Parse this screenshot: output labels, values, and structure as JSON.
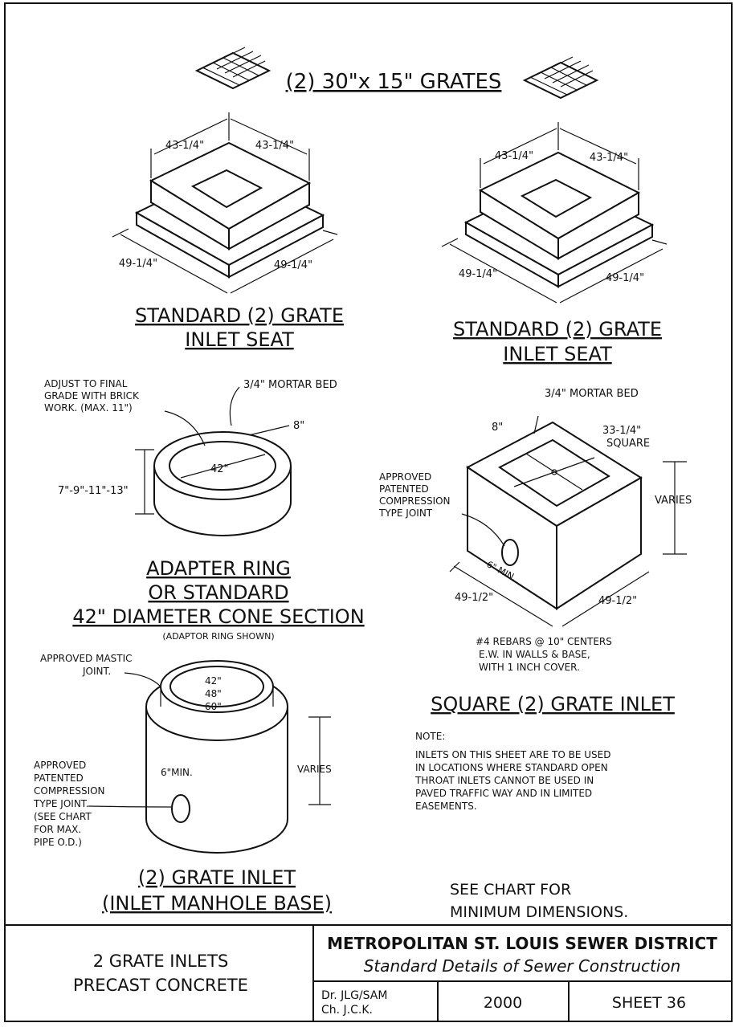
{
  "top": {
    "label": "(2) 30\"x 15\" GRATES"
  },
  "seat_left": {
    "dims": [
      "43-1/4\"",
      "43-1/4\"",
      "49-1/4\"",
      "49-1/4\""
    ],
    "caption": [
      "STANDARD (2) GRATE",
      "INLET SEAT"
    ]
  },
  "seat_right": {
    "dims": [
      "43-1/4\"",
      "43-1/4\"",
      "49-1/4\"",
      "49-1/4\""
    ],
    "caption": [
      "STANDARD (2) GRATE",
      "INLET SEAT"
    ]
  },
  "adapter": {
    "note": [
      "ADJUST TO FINAL",
      "GRADE WITH BRICK",
      "WORK. (MAX. 11\")"
    ],
    "mortar": "3/4\" MORTAR BED",
    "dim_8": "8\"",
    "dim_42": "42\"",
    "heights": "7\"-9\"-11\"-13\"",
    "caption": [
      "ADAPTER RING",
      "OR STANDARD",
      "42\" DIAMETER CONE SECTION"
    ],
    "sub": "(ADAPTOR RING SHOWN)"
  },
  "square": {
    "mortar": "3/4\" MORTAR BED",
    "dim_8": "8\"",
    "square": [
      "33-1/4\"",
      "SQUARE"
    ],
    "joint": [
      "APPROVED",
      "PATENTED",
      "COMPRESSION",
      "TYPE JOINT"
    ],
    "varies": "VARIES",
    "min": "6\" MIN.",
    "dims": [
      "49-1/2\"",
      "49-1/2\""
    ],
    "rebar": [
      "#4 REBARS @ 10\" CENTERS",
      "E.W. IN WALLS & BASE,",
      "WITH 1 INCH COVER."
    ],
    "caption": "SQUARE (2) GRATE INLET"
  },
  "note": {
    "title": "NOTE:",
    "lines": [
      "INLETS ON THIS SHEET ARE TO BE USED",
      "IN LOCATIONS WHERE STANDARD OPEN",
      "THROAT INLETS CANNOT BE USED IN",
      "PAVED TRAFFIC WAY AND IN LIMITED",
      "EASEMENTS."
    ]
  },
  "manhole": {
    "mastic": [
      "APPROVED MASTIC",
      "JOINT."
    ],
    "diameters": [
      "42\"",
      "48\"",
      "60\""
    ],
    "min": "6\"MIN.",
    "varies": "VARIES",
    "joint": [
      "APPROVED",
      "PATENTED",
      "COMPRESSION",
      "TYPE JOINT.",
      "(SEE CHART",
      "FOR MAX.",
      "PIPE O.D.)"
    ],
    "caption": [
      "(2) GRATE INLET",
      "(INLET MANHOLE BASE)"
    ]
  },
  "see_chart": [
    "SEE CHART FOR",
    "MINIMUM DIMENSIONS."
  ],
  "title_block": {
    "left": [
      "2 GRATE INLETS",
      "PRECAST CONCRETE"
    ],
    "agency": "METROPOLITAN ST. LOUIS SEWER DISTRICT",
    "subtitle": "Standard Details of Sewer Construction",
    "drawn": [
      "Dr.  JLG/SAM",
      "Ch.   J.C.K."
    ],
    "year": "2000",
    "sheet": "SHEET  36"
  }
}
